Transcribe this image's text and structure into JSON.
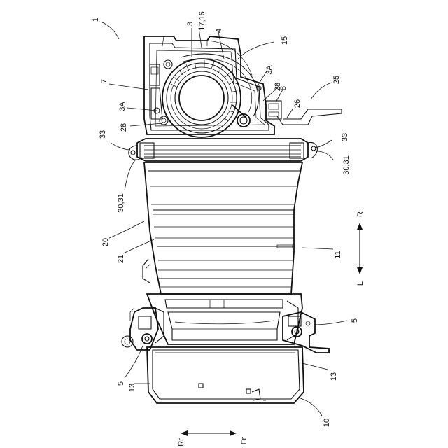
{
  "figure": {
    "labels": {
      "l1": "1",
      "l17_16": "17,16",
      "l3": "3",
      "l4": "4",
      "l15": "15",
      "l7": "7",
      "l3A_left": "3A",
      "l3A_right": "3A",
      "l28_right": "28",
      "l8": "8",
      "l26": "26",
      "l25": "25",
      "l28_left": "28",
      "l33_left": "33",
      "l33_right": "33",
      "l30_31_left": "30,31",
      "l30_31_right": "30,31",
      "l20": "20",
      "l21": "21",
      "l11": "11",
      "l5_right": "5",
      "l5_left": "5",
      "l13_left": "13",
      "l13_right": "13",
      "l10": "10",
      "dir_R": "R",
      "dir_L": "L",
      "dir_Rr": "Rr",
      "dir_Fr": "Fr"
    }
  }
}
